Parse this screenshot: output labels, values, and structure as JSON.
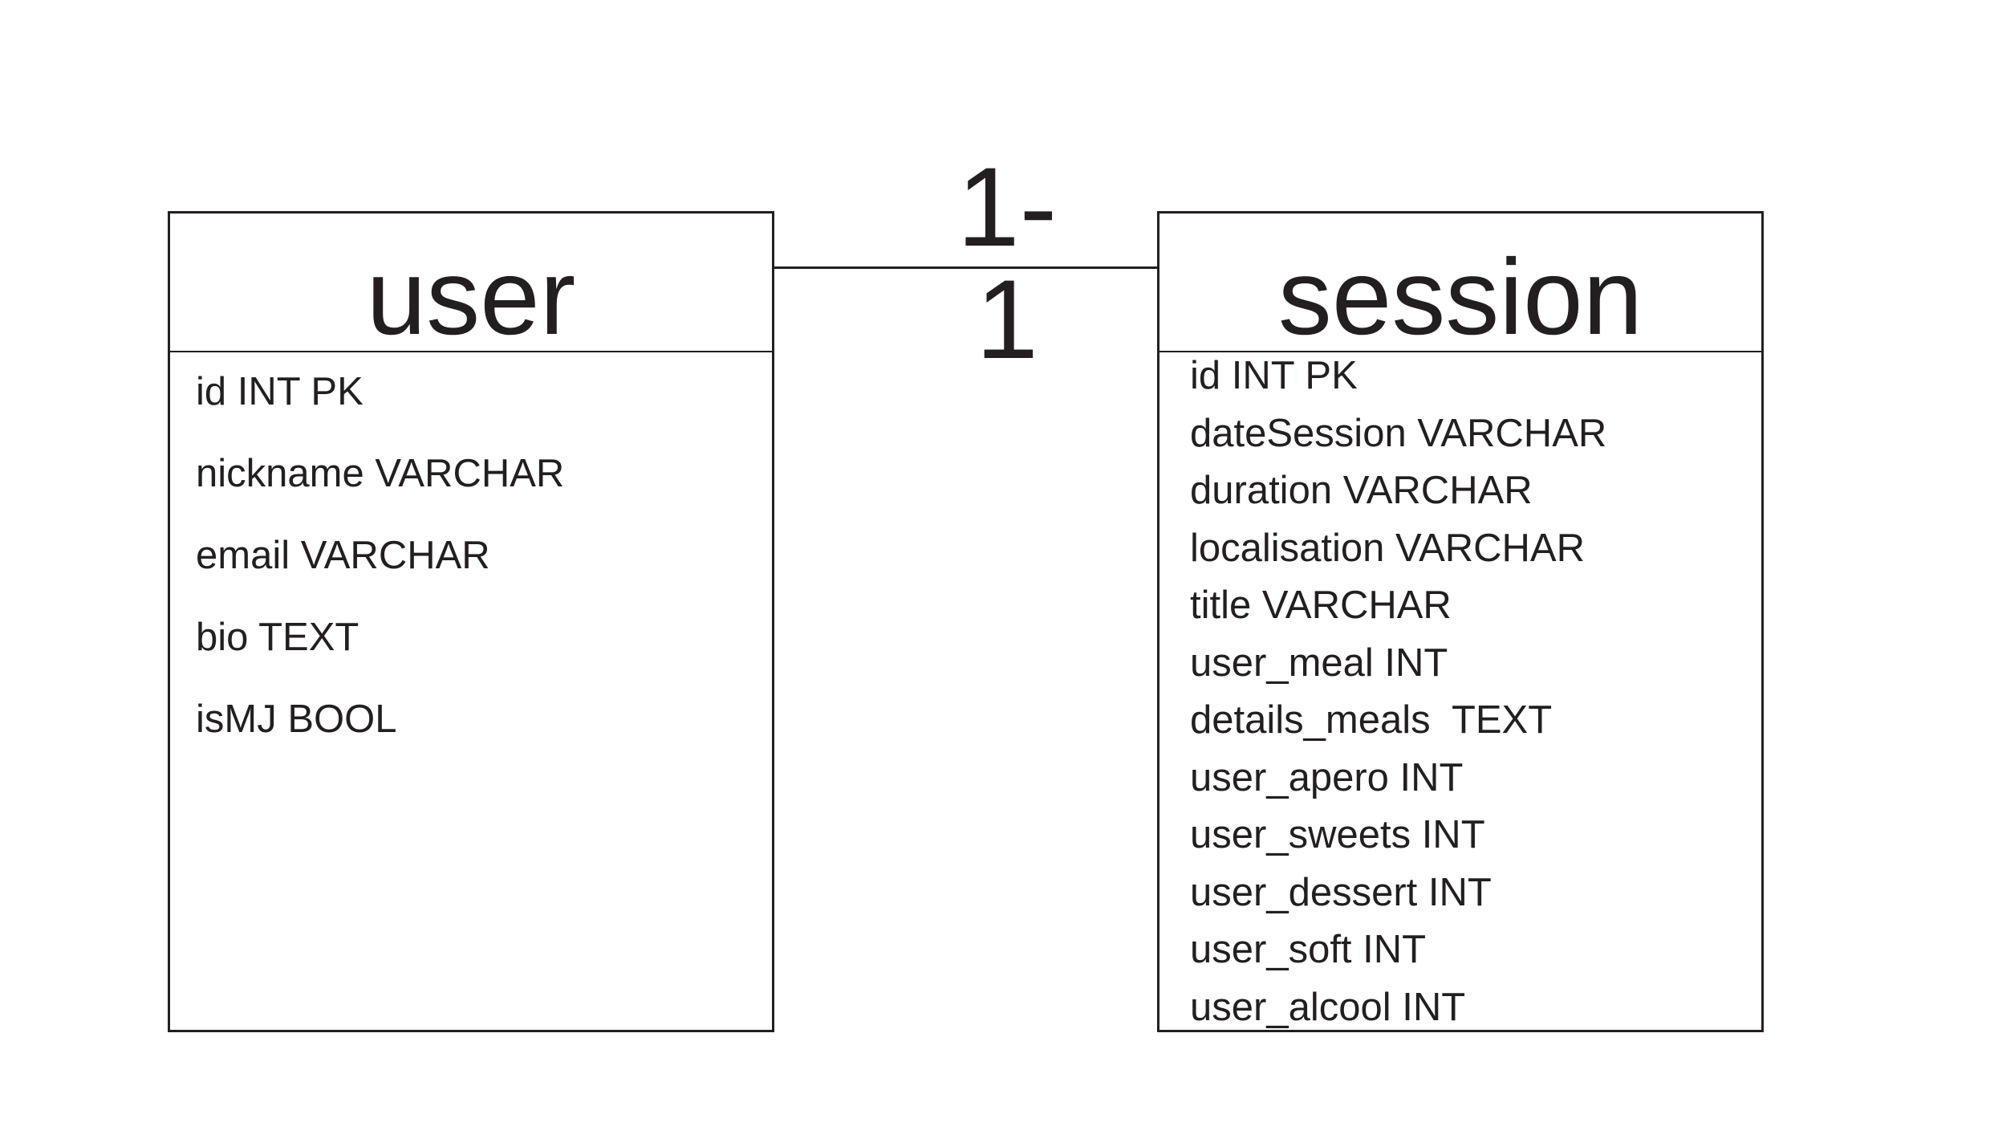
{
  "relationship": {
    "cardinality": "1-1"
  },
  "entities": {
    "user": {
      "name": "user",
      "fields": [
        "id INT PK",
        "nickname VARCHAR",
        "email VARCHAR",
        "bio TEXT",
        "isMJ BOOL"
      ]
    },
    "session": {
      "name": "session",
      "fields": [
        "id INT PK",
        "dateSession VARCHAR",
        "duration VARCHAR",
        "localisation VARCHAR",
        "title VARCHAR",
        "user_meal INT",
        "details_meals  TEXT",
        "user_apero INT",
        "user_sweets INT",
        "user_dessert INT",
        "user_soft INT",
        "user_alcool INT"
      ]
    }
  },
  "colors": {
    "ink": "#231f20",
    "background": "#ffffff"
  }
}
